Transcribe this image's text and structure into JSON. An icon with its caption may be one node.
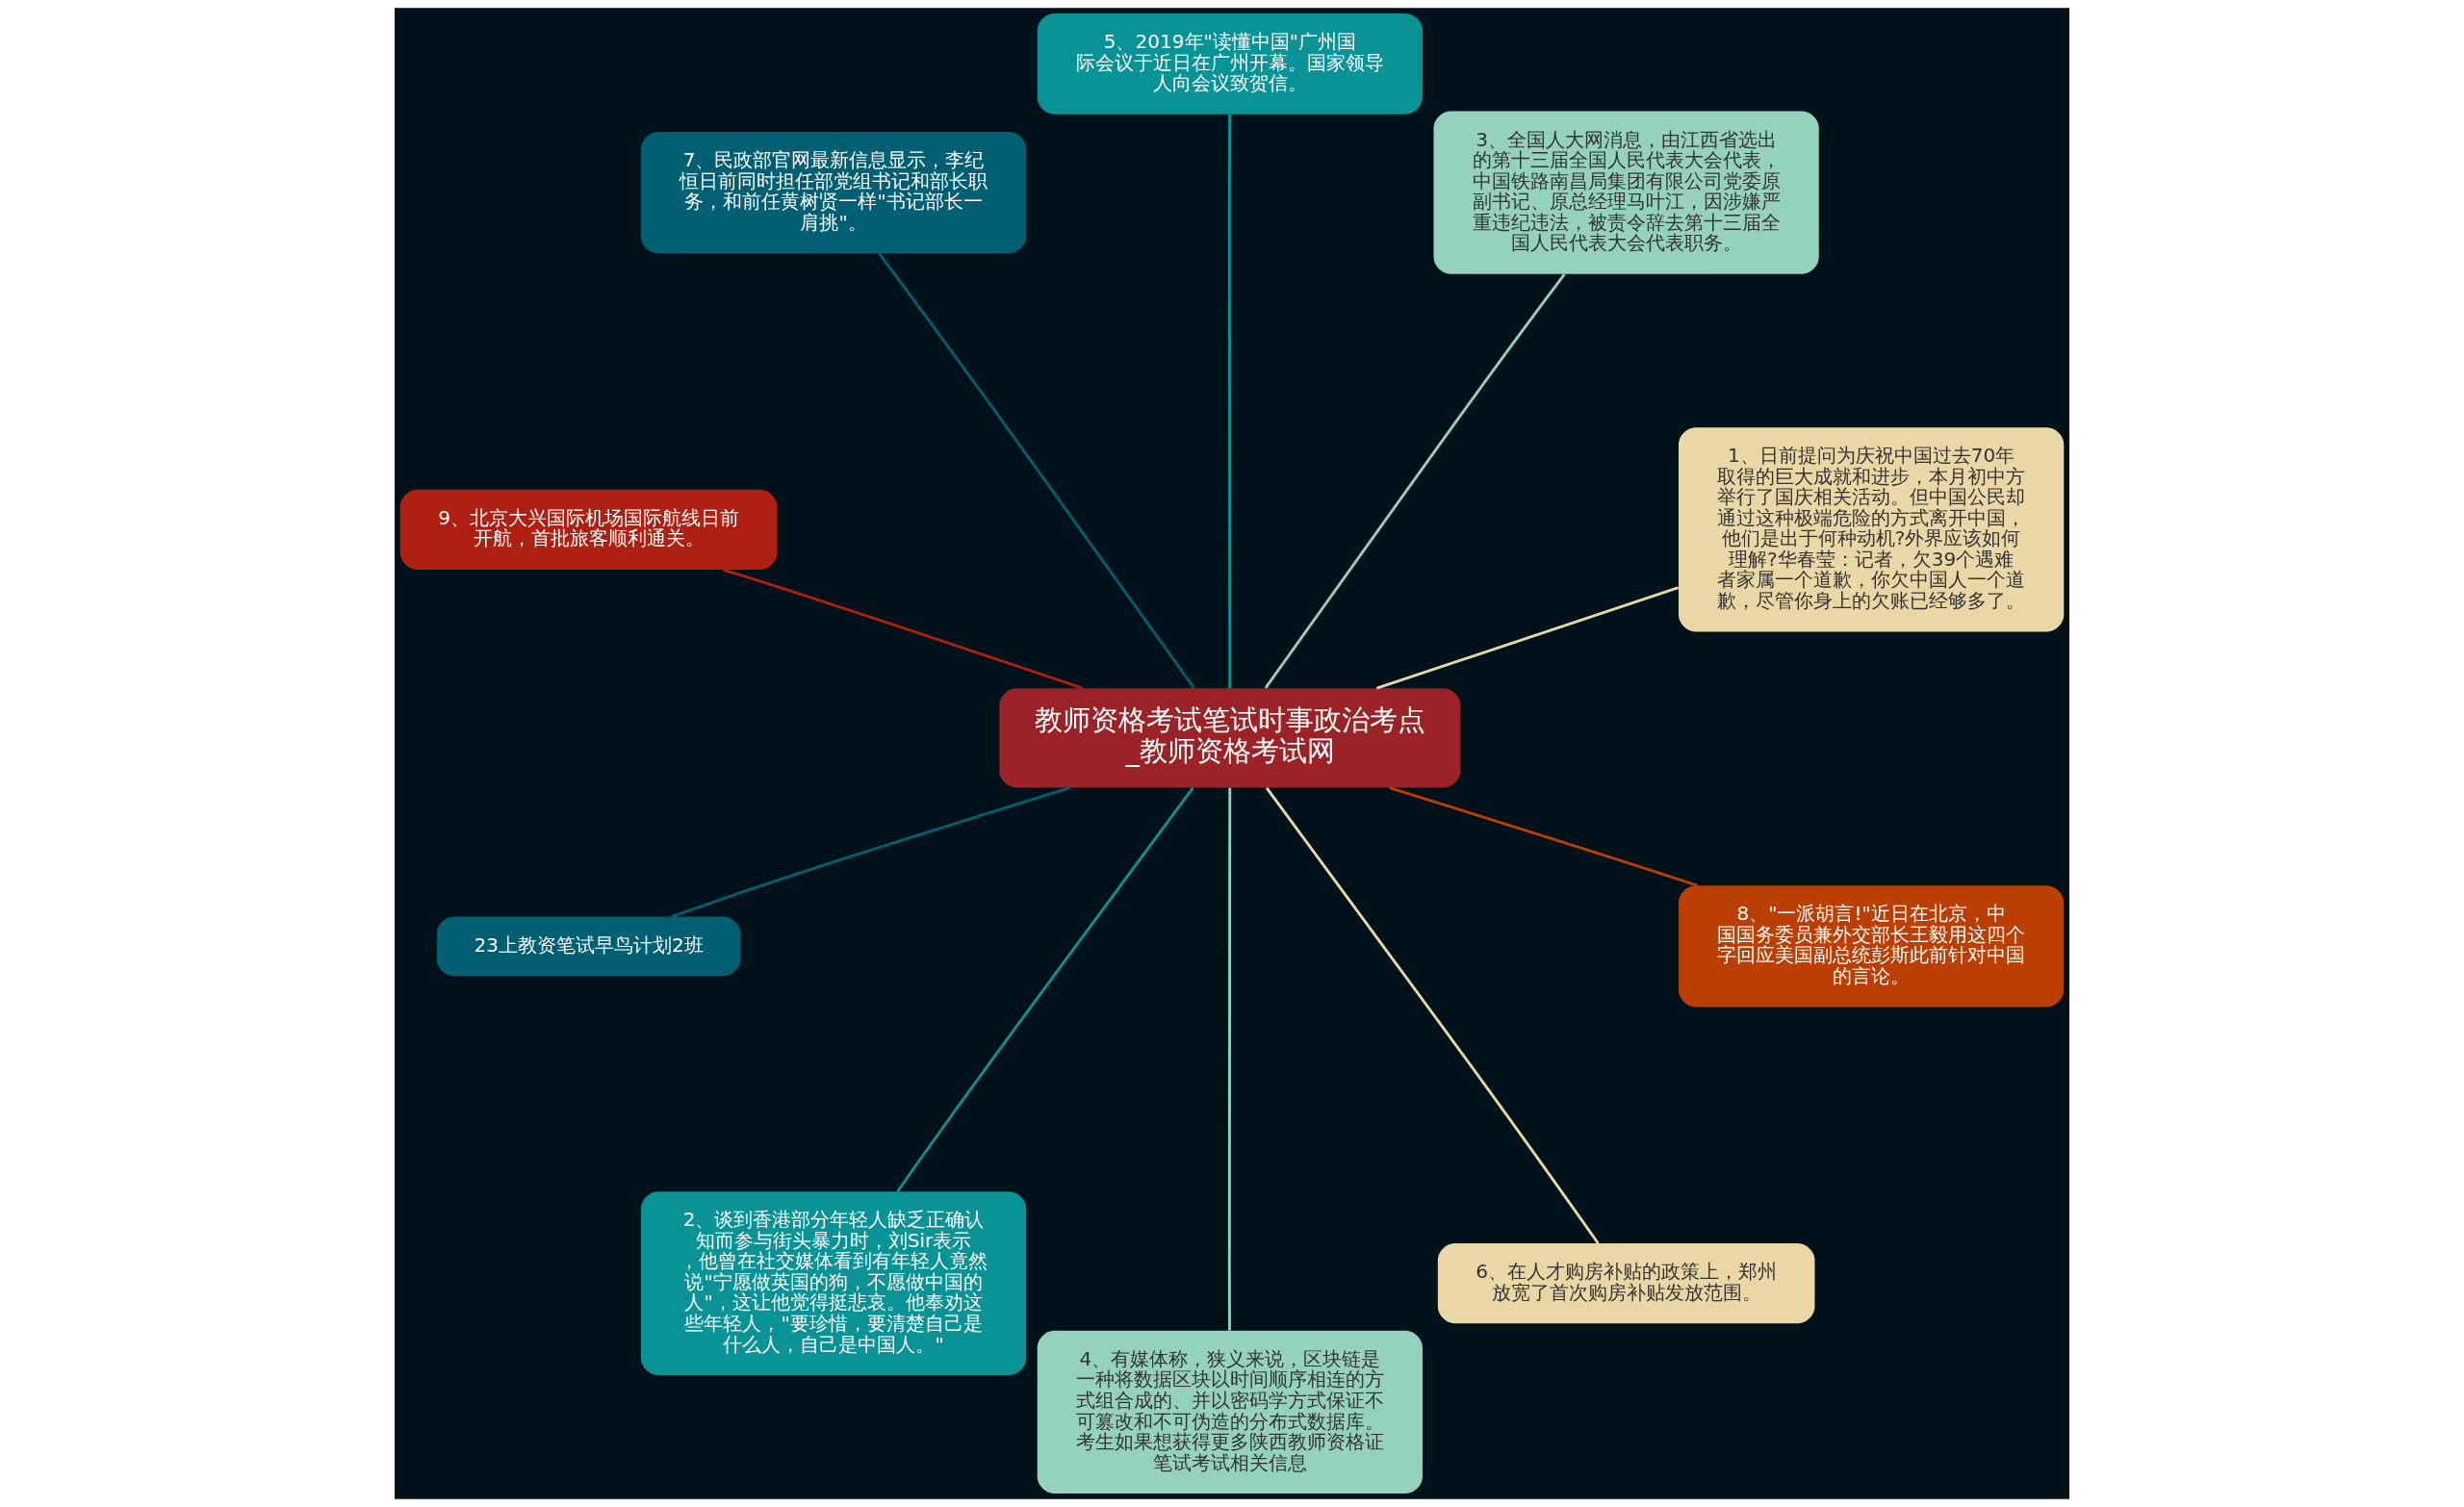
{
  "diagram": {
    "nodes": [
      {
        "text": [
          "教师资格考试笔试时事政治考点_教师资格考试网"
        ]
      },
      {
        "text": [
          "1、日前提问为庆祝中国过去70年取得的巨大成就和进步，本月初中方举行了国庆相关活动。但中国公民却通过这种极端危险的方式离开中国，他们是出于何种动机?外界应该如何理解?华春莹：记者，欠39个遇难者家属一个道歉，你欠中国人一个道歉，尽管你身上的欠账已经够多了。"
        ]
      },
      {
        "text": [
          "3、全国人大网消息，由江西省选出的第十三届全国人民代表大会代表，中国铁路南昌局集团有限公司党委原副书记、原总经理马叶江，因涉嫌严重违纪违法，被责令辞去第十三届全国人民代表大会代表职务。"
        ]
      },
      {
        "text": [
          "5、2019年\"读懂中国\"广州国际会议于近日在广州开幕。国家领导人向会议致贺信。"
        ]
      },
      {
        "text": [
          "7、民政部官网最新信息显示，李纪恒日前同时担任部党组书记和部长职务，和前任黄树贤一样\"书记部长一肩挑\"。"
        ]
      },
      {
        "text": [
          "9、北京大兴国际机场国际航线日前开航，首批旅客顺利通关。"
        ]
      },
      {
        "text": [
          "23上教资笔试早鸟计划2班"
        ]
      },
      {
        "text": [
          "2、谈到香港部分年轻人缺乏正确认知而参与街头暴力时，刘Sir表示，他曾在社交媒体看到有年轻人竟然说\"宁愿做英国的狗，不愿做中国的人\"，这让他觉得挺悲哀。他奉劝这些年轻人，\"要珍惜，要清楚自己是什么人，自己是中国人。\""
        ]
      },
      {
        "text": [
          "4、有媒体称，狭义来说，区块链是一种将数据区块以时间顺序相连的方式组合成的、并以密码学方式保证不可篡改和不可伪造的分布式数据库。考生如果想获得更多陕西教师资格证笔试考试相关信息"
        ]
      },
      {
        "text": [
          "6、在人才购房补贴的政策上，郑州放宽了首次购房补贴发放范围。"
        ]
      },
      {
        "text": [
          "8、\"一派胡言!\"近日在北京，中国国务委员兼外交部长王毅用这四个字回应美国副总统彭斯此前针对中国的言论。"
        ]
      }
    ],
    "edges": [
      {
        "from": 0,
        "to": 1,
        "arrow": "none",
        "color": "#e9d8a6"
      },
      {
        "from": 0,
        "to": 2,
        "arrow": "none",
        "color": "#94d2bd"
      },
      {
        "from": 0,
        "to": 3,
        "arrow": "none",
        "color": "#0a9396"
      },
      {
        "from": 0,
        "to": 4,
        "arrow": "none",
        "color": "#005f73"
      },
      {
        "from": 0,
        "to": 5,
        "arrow": "none",
        "color": "#ae2012"
      },
      {
        "from": 0,
        "to": 6,
        "arrow": "none",
        "color": "#005f73"
      },
      {
        "from": 0,
        "to": 7,
        "arrow": "none",
        "color": "#0a9396"
      },
      {
        "from": 0,
        "to": 8,
        "arrow": "none",
        "color": "#94d2bd"
      },
      {
        "from": 0,
        "to": 9,
        "arrow": "none",
        "color": "#e9d8a6"
      },
      {
        "from": 0,
        "to": 10,
        "arrow": "none",
        "color": "#bb3e03"
      }
    ]
  }
}
